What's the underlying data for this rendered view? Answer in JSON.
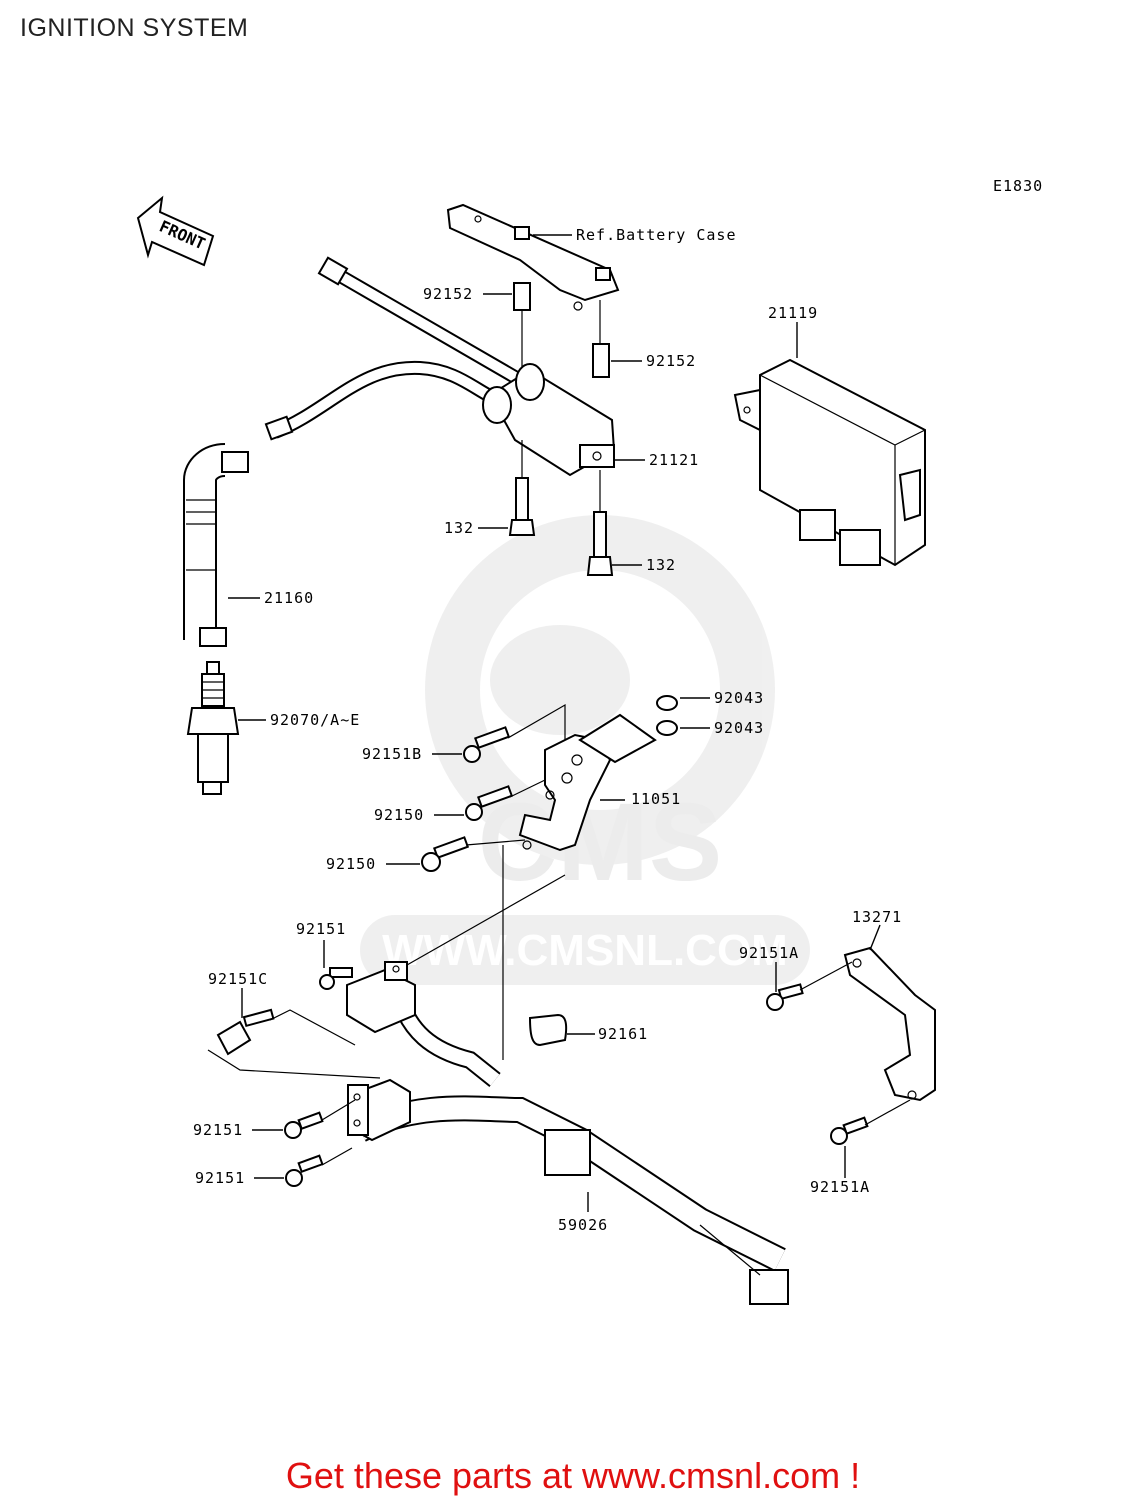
{
  "page": {
    "title": "IGNITION SYSTEM",
    "diagram_code": "E1830",
    "front_label": "FRONT",
    "watermark": "WWW.CMSNL.COM",
    "footer_cta": "Get these parts at www.cmsnl.com !"
  },
  "callouts": {
    "ref_battery_case": "Ref.Battery Case",
    "p92152_a": "92152",
    "p92152_b": "92152",
    "p21119": "21119",
    "p21121": "21121",
    "p132_a": "132",
    "p132_b": "132",
    "p21160": "21160",
    "p92070": "92070/A~E",
    "p92043_a": "92043",
    "p92043_b": "92043",
    "p92151b": "92151B",
    "p92150_a": "92150",
    "p11051": "11051",
    "p92150_b": "92150",
    "p92151_top": "92151",
    "p13271": "13271",
    "p92151c": "92151C",
    "p92151a_top": "92151A",
    "p92161": "92161",
    "p92151_mid": "92151",
    "p92151_bot": "92151",
    "p92151a_bot": "92151A",
    "p59026": "59026"
  }
}
